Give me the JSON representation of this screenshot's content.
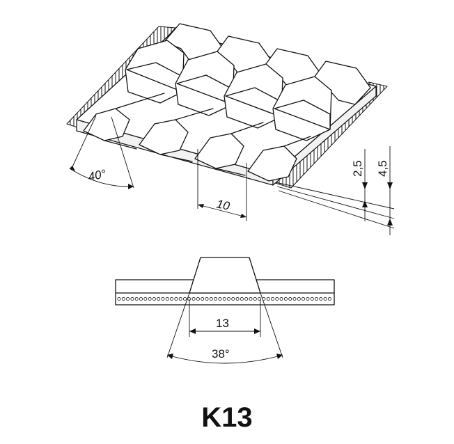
{
  "title": "K13",
  "iso_view": {
    "angle_label": "40°",
    "pitch_label": "10",
    "height_small_label": "2,5",
    "height_large_label": "4,5"
  },
  "section_view": {
    "width_label": "13",
    "angle_label": "38°"
  }
}
